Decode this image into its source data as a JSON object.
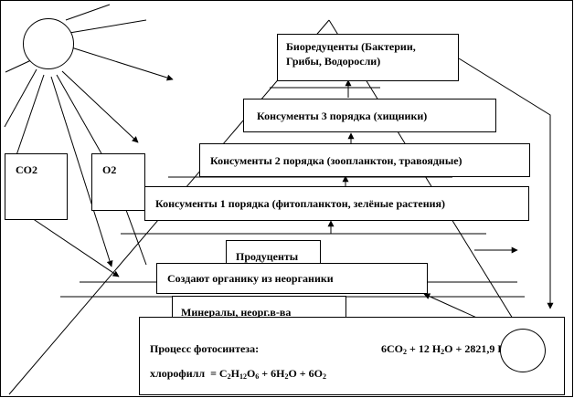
{
  "labels": {
    "bioreducers_line1": "Биоредуценты (Бактерии,",
    "bioreducers_line2": "Грибы, Водоросли)",
    "consumers3": "Консументы 3 порядка (хищники)",
    "consumers2": "Консументы 2 порядка (зоопланктон, травоядные)",
    "consumers1": "Консументы 1 порядка (фитопланктон, зелёные растения)",
    "producers": "Продуценты",
    "creates_organic": "Создают органику из неорганики",
    "minerals": "Минералы, неорг.в-ва",
    "co2": "CO2",
    "o2": "O2"
  },
  "photosynthesis": {
    "title": "Процесс фотосинтеза:",
    "eq_part1": "6CO",
    "eq_sub1": "2",
    "eq_part2": " + 12 H",
    "eq_sub2": "2",
    "eq_part3": "O + 2821,9 Кдж",
    "chlorophyll": "хлорофилл",
    "eq2_part1": "= C",
    "eq2_sub1": "2",
    "eq2_part2": "H",
    "eq2_sub2": "12",
    "eq2_part3": "O",
    "eq2_sub3": "6",
    "eq2_part4": " + 6H",
    "eq2_sub4": "2",
    "eq2_part5": "O + 6O",
    "eq2_sub5": "2"
  }
}
